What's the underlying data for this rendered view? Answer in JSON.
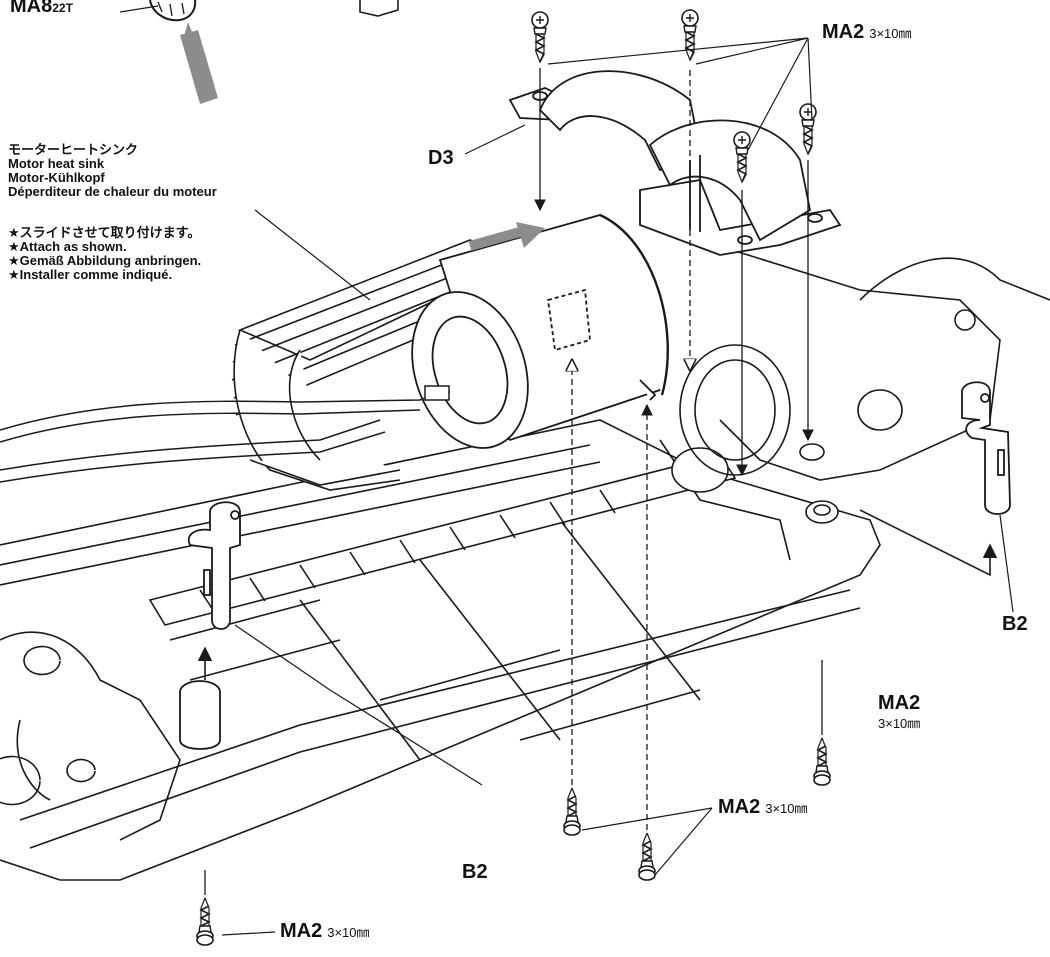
{
  "parts": {
    "ma8": {
      "code": "MA8",
      "sub": "22T"
    },
    "d3": {
      "code": "D3"
    },
    "ma2_top": {
      "code": "MA2",
      "size": "3×10㎜"
    },
    "ma2_right": {
      "code": "MA2",
      "size": "3×10㎜"
    },
    "ma2_bottom_mid": {
      "code": "MA2",
      "size": "3×10㎜"
    },
    "ma2_bottom_left": {
      "code": "MA2",
      "size": "3×10㎜"
    },
    "b2_right": {
      "code": "B2"
    },
    "b2_left": {
      "code": "B2"
    }
  },
  "heatsink_label": {
    "ja": "モーターヒートシンク",
    "en": "Motor heat sink",
    "de": "Motor-Kühlkopf",
    "fr": "Déperditeur de chaleur du moteur"
  },
  "instruction": {
    "ja": "★スライドさせて取り付けます。",
    "en": "★Attach as shown.",
    "de": "★Gemäß Abbildung anbringen.",
    "fr": "★Installer comme indiqué."
  },
  "colors": {
    "line": "#1a1a1a",
    "arrow_fill": "#7d7d7d",
    "background": "#ffffff"
  }
}
